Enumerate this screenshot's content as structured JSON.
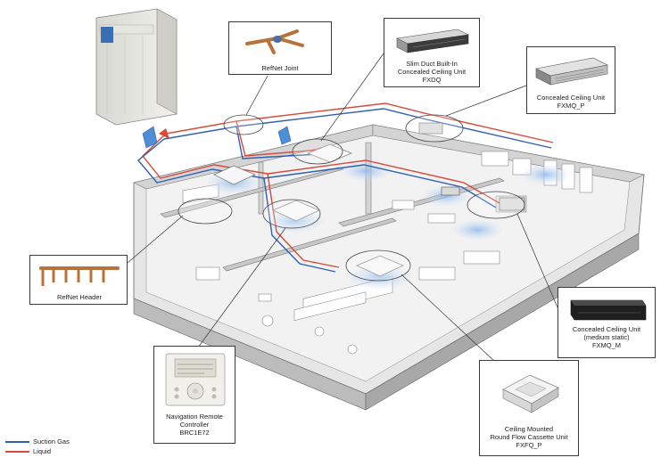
{
  "diagram": {
    "callouts": {
      "refnet_joint": {
        "lines": [
          "RefNet Joint"
        ]
      },
      "fxdq": {
        "lines": [
          "Slim Duct Built-In",
          "Concealed Ceiling Unit",
          "FXDQ"
        ]
      },
      "fxmq_p": {
        "lines": [
          "Concealed Ceiling Unit",
          "FXMQ_P"
        ]
      },
      "refnet_header": {
        "lines": [
          "RefNet Header"
        ]
      },
      "fxmq_m": {
        "lines": [
          "Concealed Ceiling Unit",
          "(medium static)",
          "FXMQ_M"
        ]
      },
      "brc1e72": {
        "lines": [
          "Navigation Remote",
          "Controller",
          "BRC1E72"
        ]
      },
      "fxfq_p": {
        "lines": [
          "Ceiling Mounted",
          "Round Flow Cassette Unit",
          "FXFQ_P"
        ]
      }
    },
    "legend": [
      {
        "label": "Suction Gas",
        "color": "#2f5fb3"
      },
      {
        "label": "Liquid",
        "color": "#d64a3a"
      }
    ],
    "colors": {
      "suction_gas": "#2f5fb3",
      "liquid": "#d64a3a",
      "airflow": "#a9c9ef",
      "floor": "#ededed",
      "wall": "#cfcfcf",
      "outline": "#555555"
    }
  }
}
